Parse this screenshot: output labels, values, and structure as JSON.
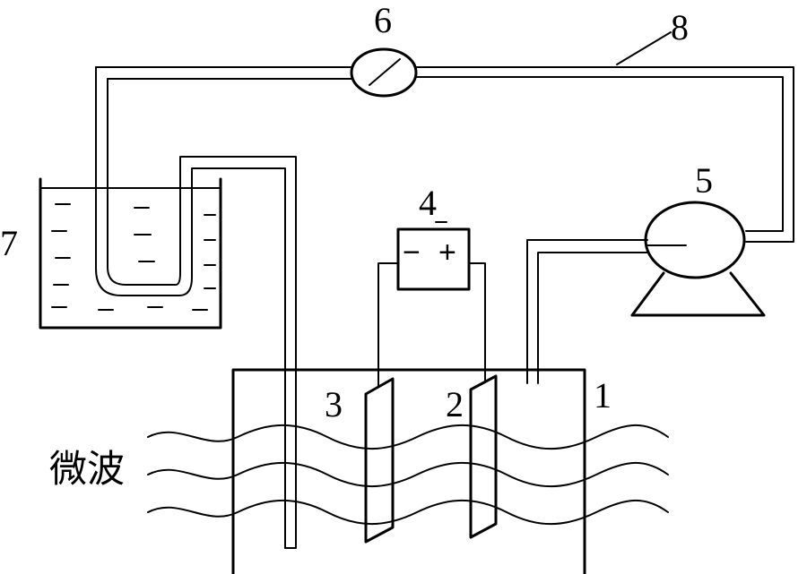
{
  "labels": {
    "reactor": "1",
    "electrode_anode": "2",
    "electrode_cathode": "3",
    "power_supply": "4",
    "pump": "5",
    "gauge": "6",
    "liquid_trap": "7",
    "gas_pipe": "8"
  },
  "power_supply": {
    "minus": "−",
    "plus": "+"
  },
  "microwave_label": "微波"
}
